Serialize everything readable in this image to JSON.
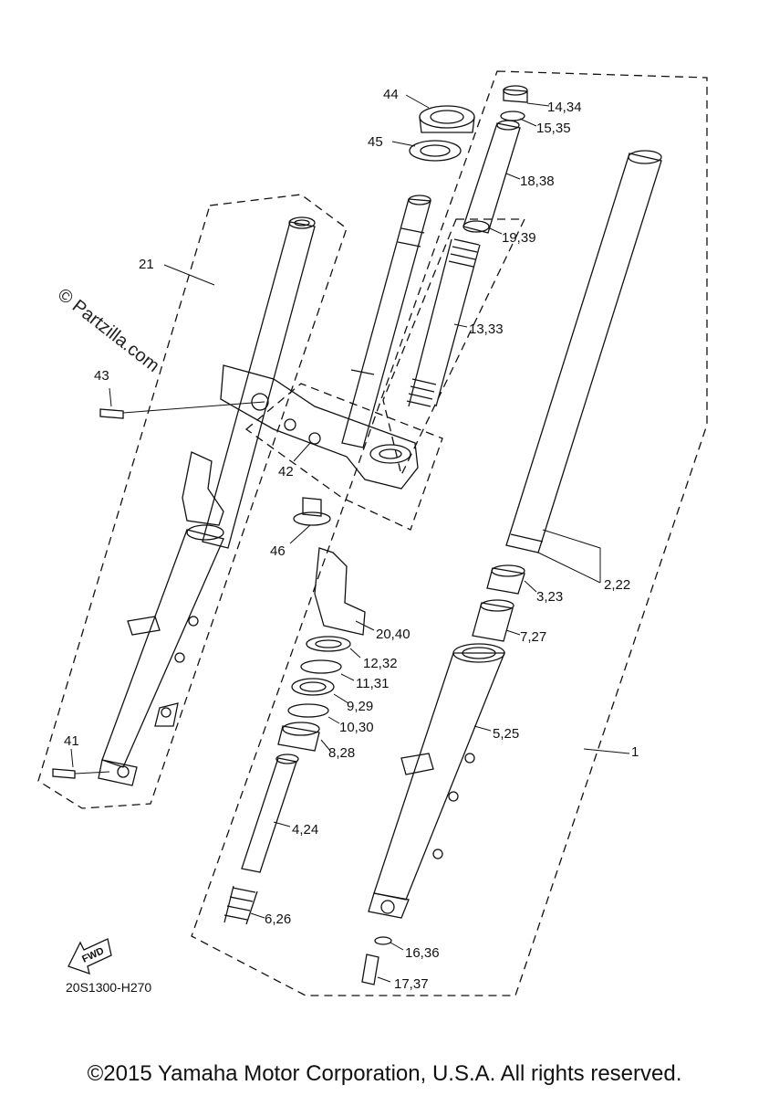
{
  "watermark": "© Partzilla.com",
  "diagram_code": "20S1300-H270",
  "fwd_label": "FWD",
  "copyright": "©2015 Yamaha Motor Corporation, U.S.A. All rights reserved.",
  "labels": {
    "l44": "44",
    "l14_34": "14,34",
    "l15_35": "15,35",
    "l45": "45",
    "l18_38": "18,38",
    "l19_39": "19,39",
    "l21": "21",
    "l13_33": "13,33",
    "l43": "43",
    "l42": "42",
    "l46": "46",
    "l3_23": "3,23",
    "l2_22": "2,22",
    "l7_27": "7,27",
    "l20_40": "20,40",
    "l12_32": "12,32",
    "l11_31": "11,31",
    "l9_29": "9,29",
    "l10_30": "10,30",
    "l5_25": "5,25",
    "l8_28": "8,28",
    "l1": "1",
    "l41": "41",
    "l4_24": "4,24",
    "l6_26": "6,26",
    "l16_36": "16,36",
    "l17_37": "17,37"
  }
}
